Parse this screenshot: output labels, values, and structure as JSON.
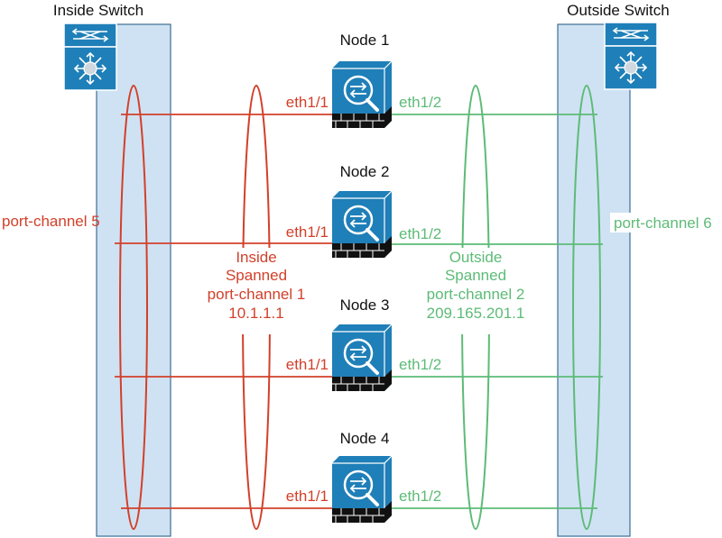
{
  "switches": {
    "inside": {
      "label": "Inside Switch"
    },
    "outside": {
      "label": "Outside Switch"
    }
  },
  "port_channels": {
    "inside_switch": {
      "label": "port-channel 5"
    },
    "outside_switch": {
      "label": "port-channel 6"
    },
    "inside_spanned": {
      "lines": [
        "Inside",
        "Spanned",
        "port-channel 1",
        "10.1.1.1"
      ]
    },
    "outside_spanned": {
      "lines": [
        "Outside",
        "Spanned",
        "port-channel 2",
        "209.165.201.1"
      ]
    }
  },
  "nodes": [
    {
      "label": "Node 1",
      "inside_port": "eth1/1",
      "outside_port": "eth1/2"
    },
    {
      "label": "Node 2",
      "inside_port": "eth1/1",
      "outside_port": "eth1/2"
    },
    {
      "label": "Node 3",
      "inside_port": "eth1/1",
      "outside_port": "eth1/2"
    },
    {
      "label": "Node 4",
      "inside_port": "eth1/1",
      "outside_port": "eth1/2"
    }
  ],
  "colors": {
    "inside": "#d2402a",
    "outside": "#5dbb77",
    "switch_bar_fill": "#cfe2f3",
    "switch_bar_stroke": "#3d6e94",
    "device_blue": "#1f7fb8",
    "text": "#111111"
  },
  "icons": {
    "switch": "nexus-switch-icon",
    "node": "firewall-appliance-icon"
  }
}
